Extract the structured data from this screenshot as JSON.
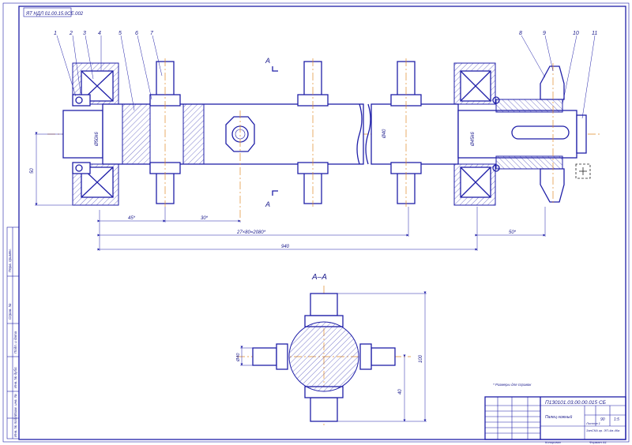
{
  "top_stamp": "ЯТ НДЛ 01.00.15.0СЕ.002",
  "section_mark": "А",
  "section_title": "А–А",
  "callouts": [
    "1",
    "2",
    "3",
    "4",
    "5",
    "6",
    "7",
    "8",
    "9",
    "10",
    "11"
  ],
  "dims": {
    "d_left": "Ø50k6",
    "d_mid": "Ø40",
    "d_right": "Ø45k6",
    "h_left": "50",
    "seg1": "45*",
    "seg2": "30*",
    "pitch": "27×80=2080*",
    "tail": "50*",
    "total": "940",
    "sec_d": "Ø40",
    "sec_h1": "100",
    "sec_h2": "40"
  },
  "note": "* Размеры для справок",
  "title_block": {
    "code": "П130101.03.00.00.015 СБ",
    "name": "Палец ножный",
    "lit": "",
    "mass": "90",
    "scale": "1:5",
    "sheet": "Лист",
    "sheets": "Листов 1",
    "org": "ЗапСКА гр. ЭП-4м-46а",
    "copied": "Копировал",
    "format": "Формат A1"
  },
  "side_labels": [
    "Перв. примен.",
    "Справ. №",
    "Подп. и дата",
    "Инв. № дубл.",
    "Взам. инв. №",
    "Подп. и дата",
    "Инв. № подл."
  ],
  "colors": {
    "line": "#1f1fa8",
    "axis": "#e08a2a"
  }
}
